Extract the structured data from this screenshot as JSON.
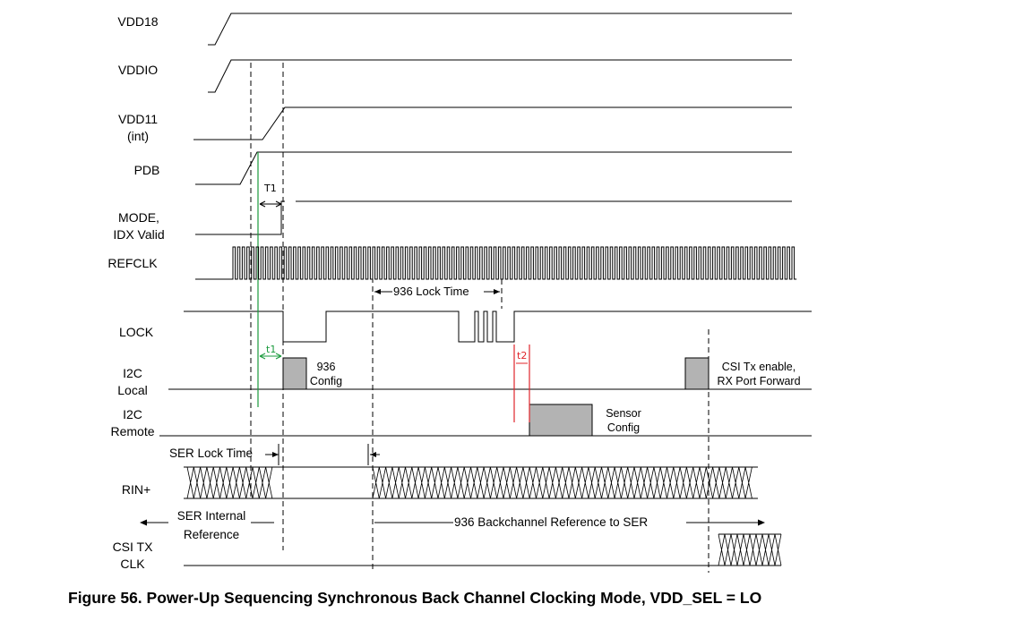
{
  "signals": [
    {
      "id": "vdd18",
      "line1": "VDD18",
      "line2": ""
    },
    {
      "id": "vddio",
      "line1": "VDDIO",
      "line2": ""
    },
    {
      "id": "vdd11",
      "line1": "VDD11",
      "line2": "(int)"
    },
    {
      "id": "pdb",
      "line1": "PDB",
      "line2": ""
    },
    {
      "id": "mode",
      "line1": "MODE,",
      "line2": "IDX Valid"
    },
    {
      "id": "refclk",
      "line1": "REFCLK",
      "line2": ""
    },
    {
      "id": "lock",
      "line1": "LOCK",
      "line2": ""
    },
    {
      "id": "i2c_local",
      "line1": "I2C",
      "line2": "Local"
    },
    {
      "id": "i2c_remote",
      "line1": "I2C",
      "line2": "Remote"
    },
    {
      "id": "rin",
      "line1": "RIN+",
      "line2": ""
    },
    {
      "id": "csi",
      "line1": "CSI TX",
      "line2": "CLK"
    }
  ],
  "annotations": {
    "t1_upper": "T1",
    "t1_lower": "t1",
    "t2": "t2",
    "lock_time": "936 Lock Time",
    "cfg936_line1": "936",
    "cfg936_line2": "Config",
    "csi_enable_line1": "CSI Tx enable,",
    "csi_enable_line2": "RX Port Forward",
    "sensor_line1": "Sensor",
    "sensor_line2": "Config",
    "ser_lock_time": "SER Lock Time",
    "ser_internal_line1": "SER Internal",
    "ser_internal_line2": "Reference",
    "backchannel": "936 Backchannel Reference to SER"
  },
  "colors": {
    "line": "#000000",
    "marker_green": "#1a9a3c",
    "marker_red": "#e0242a",
    "box_fill": "#b3b3b3"
  },
  "caption": "Figure 56.  Power-Up Sequencing Synchronous Back Channel Clocking Mode, VDD_SEL = LO"
}
